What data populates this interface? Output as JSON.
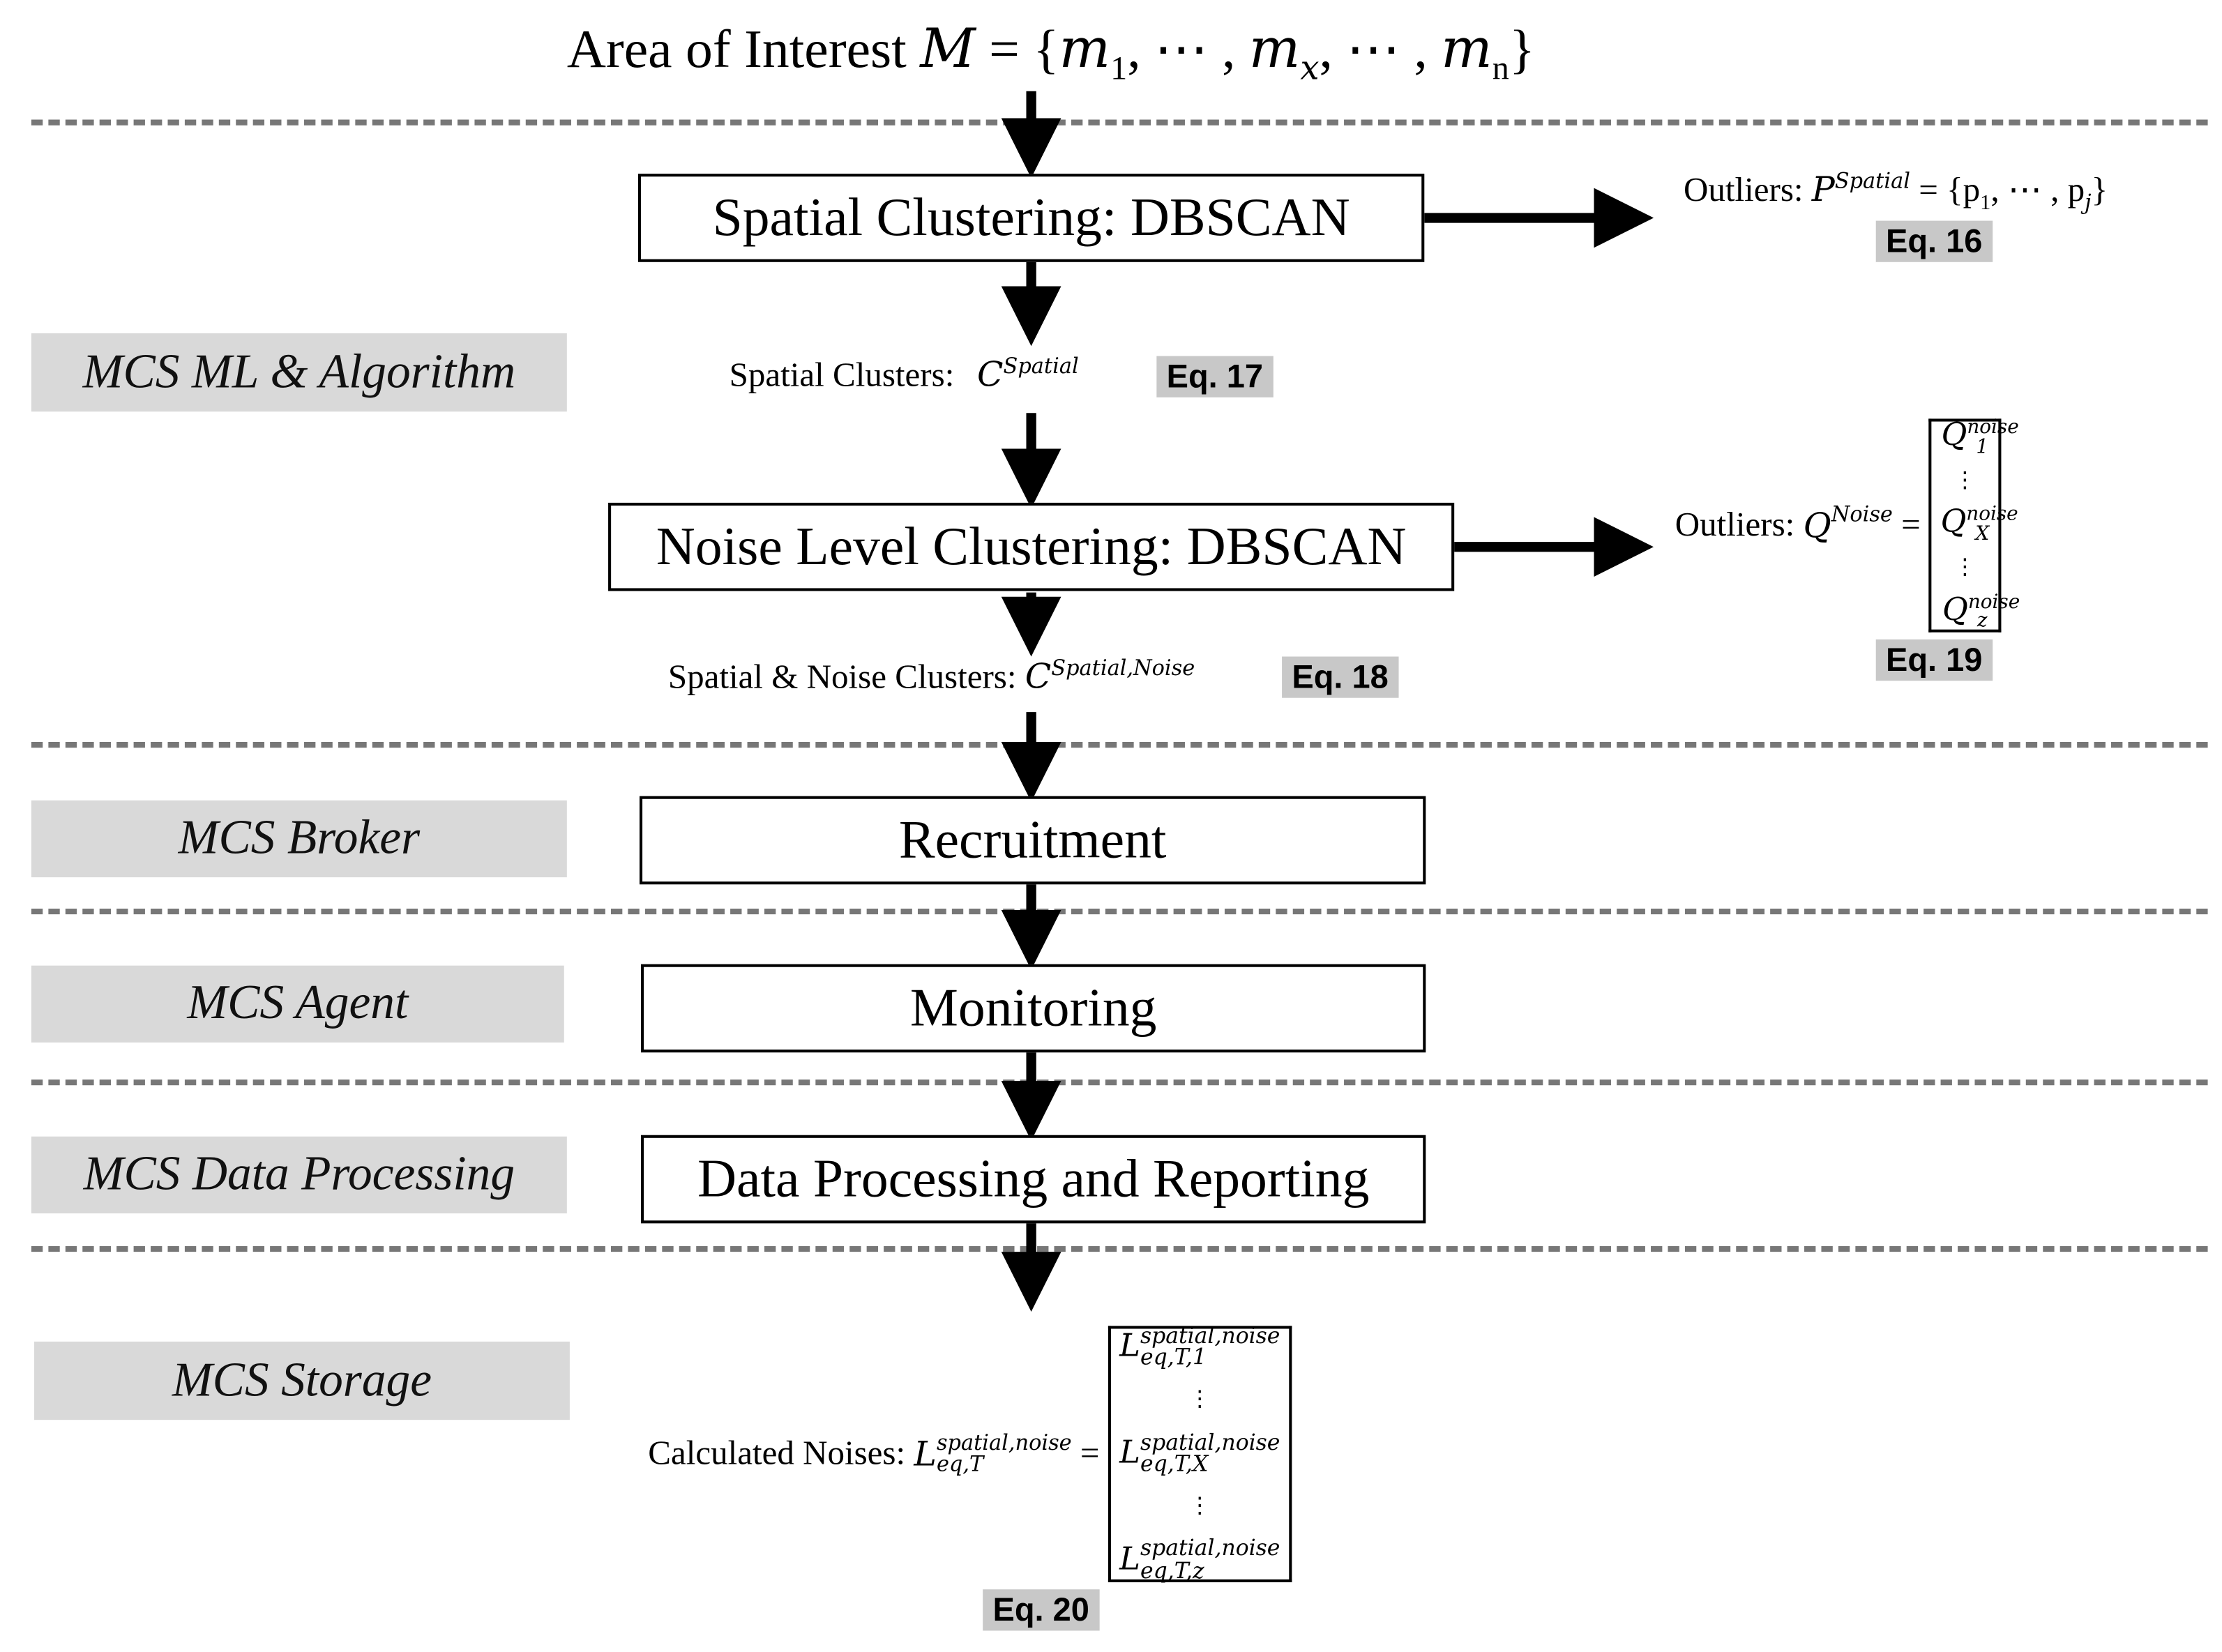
{
  "title": {
    "prefix": "Area of Interest",
    "var": "M",
    "set_open": "= {",
    "m1": "m",
    "m1_sub": "1",
    "sep1": ", ⋯ ,",
    "mx": "m",
    "mx_sub": "x",
    "sep2": ", ⋯ ,",
    "mn": "m",
    "mn_sub": "n",
    "set_close": "}"
  },
  "lanes": [
    {
      "label": "MCS ML & Algorithm"
    },
    {
      "label": "MCS Broker"
    },
    {
      "label": "MCS Agent"
    },
    {
      "label": "MCS Data Processing"
    },
    {
      "label": "MCS Storage"
    }
  ],
  "boxes": {
    "spatial_clustering": "Spatial Clustering: DBSCAN",
    "noise_clustering": "Noise Level Clustering: DBSCAN",
    "recruitment": "Recruitment",
    "monitoring": "Monitoring",
    "data_processing": "Data Processing and Reporting"
  },
  "outputs": {
    "outliers_p": {
      "label": "Outliers:",
      "var": "P",
      "sup": "Spatial",
      "rhs": "= {p",
      "rhs_sub1": "1",
      "rhs_mid": ", ⋯ , p",
      "rhs_sub2": "j",
      "rhs_end": "}",
      "eq": "Eq. 16"
    },
    "spatial_clusters": {
      "label": "Spatial Clusters:",
      "var": "C",
      "sup": "Spatial",
      "eq": "Eq. 17"
    },
    "spatial_noise_clusters": {
      "label": "Spatial & Noise Clusters:",
      "var": "C",
      "sup": "Spatial,Noise",
      "eq": "Eq. 18"
    },
    "outliers_q": {
      "label": "Outliers:",
      "var": "Q",
      "sup": "Noise",
      "eq_sign": "=",
      "rows": [
        {
          "var": "Q",
          "sup": "noise",
          "sub": "1"
        },
        {
          "var": "⋮"
        },
        {
          "var": "Q",
          "sup": "noise",
          "sub": "X"
        },
        {
          "var": "⋮"
        },
        {
          "var": "Q",
          "sup": "noise",
          "sub": "z"
        }
      ],
      "eq": "Eq. 19"
    },
    "calculated_noises": {
      "label": "Calculated Noises:",
      "var": "L",
      "sup": "spatial,noise",
      "sub": "eq,T",
      "eq_sign": "=",
      "rows": [
        {
          "var": "L",
          "sup": "spatial,noise",
          "sub": "eq,T,1"
        },
        {
          "var": "⋮"
        },
        {
          "var": "L",
          "sup": "spatial,noise",
          "sub": "eq,T,X"
        },
        {
          "var": "⋮"
        },
        {
          "var": "L",
          "sup": "spatial,noise",
          "sub": "eq,T,z"
        }
      ],
      "eq": "Eq. 20"
    }
  }
}
